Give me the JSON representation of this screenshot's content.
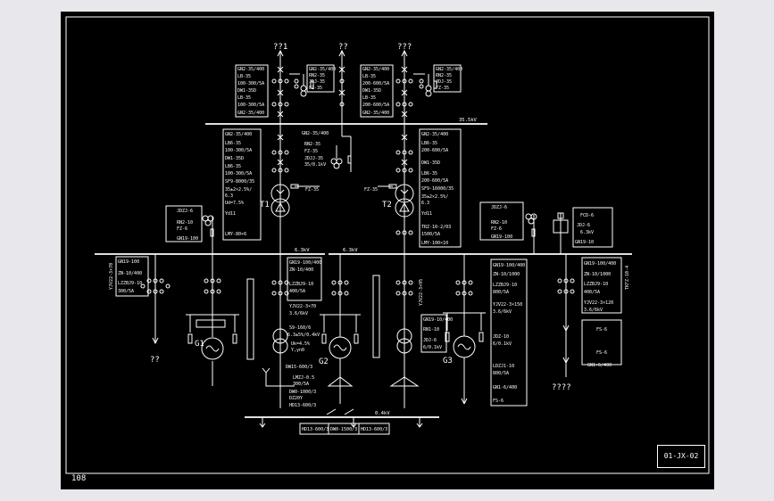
{
  "sheet": {
    "page_number": "108",
    "drawing_code": "01-JX-02"
  },
  "buses": {
    "hv_bus_label": "35.5kV",
    "lv_bus_left_label": "6.3kV",
    "lv_bus_right_label": "6.3kV",
    "aux_bus_label": "0.4kV"
  },
  "incoming": {
    "left_label": "??1",
    "middle_label": "??",
    "right_label": "???"
  },
  "outgoing": {
    "far_left_label": "??",
    "far_right_label": "????"
  },
  "equipment": {
    "transformer_1": "T1",
    "transformer_2": "T2",
    "generator_1": "G1",
    "generator_2": "G2",
    "generator_3": "G3"
  },
  "tables": {
    "incomer_left": [
      "GN2-35/400",
      "LB-35",
      "100-300/5A",
      "DW1-35D",
      "LB-35",
      "100-300/5A",
      "GN2-35/400"
    ],
    "incomer_left_side": [
      "GN2-35/400",
      "RN2-35",
      "JDJ-35",
      "FZ-35"
    ],
    "incomer_right": [
      "GN2-35/400",
      "LB-35",
      "200-600/5A",
      "DW1-35D",
      "LB-35",
      "200-600/5A",
      "GN2-35/400"
    ],
    "incomer_right_side": [
      "GN2-35/400",
      "RN2-35",
      "JDJ-35",
      "FZ-35"
    ],
    "pt_middle": [
      "GN2-35/400",
      "RN2-35",
      "FZ-35",
      "JDJJ-35",
      "35/0.1kV"
    ],
    "t1_column": [
      "GN2-35/400",
      "LB6-35",
      "100-300/5A",
      "DW1-35D",
      "LB6-35",
      "100-300/5A",
      "SF9-8000/35",
      "35±2×2.5%/",
      "6.3",
      "Ud=7.5%",
      "Yd11",
      "LMY-80×6"
    ],
    "t1_arrester": "FZ-35",
    "t2_column": [
      "GN2-35/400",
      "LB6-35",
      "200-600/5A",
      "DW1-35D",
      "LB6-35",
      "200-600/5A",
      "SF9-16000/35",
      "35±2×2.5%/",
      "6.3",
      "Yd11",
      "TRZ-10-2/03",
      "1500/5A",
      "LMY-100×10"
    ],
    "t2_arrester": "FZ-35",
    "lv_pt_left": [
      "JDZJ-6",
      "RN2-10",
      "FZ-6",
      "GN19-100"
    ],
    "lv_pt_right": [
      "JDZJ-6",
      "RN2-10",
      "FZ-6",
      "GN19-100"
    ],
    "left_feeder": [
      "GN19-100",
      "ZN-10/400",
      "LZZBJ9-10",
      "300/5A"
    ],
    "left_feeder_side": "YJV22-3×70",
    "aux_tr_feeder": [
      "GN19-100/400",
      "ZN-10/400",
      "LZZBJ9-10",
      "400/5A",
      "YJV22-3×70",
      "3.6/6kV",
      "S9-160/6",
      "6.3±5%/0.4kV",
      "Uk=4.5%",
      "Y,yn0"
    ],
    "aux_lv": [
      "DW15-600/3",
      "LMZJ-0.5",
      "300/5A",
      "DW0-1000/3",
      "DZ20Y",
      "HD13-600/3"
    ],
    "aux_lv_bottom": [
      "HD13-600/3",
      "DW0-1500/3",
      "HD13-600/3"
    ],
    "g2_side": [
      "GN19-10/400",
      "RN1-10",
      "JDJ-6",
      "6/0.1kV"
    ],
    "g2_vert": "YJV22-3×95",
    "g3_column": [
      "GN19-100/400",
      "ZN-10/1000",
      "LZZBJ9-10",
      "800/5A",
      "YJV22-3×150",
      "3.6/6kV",
      "JDZ-10",
      "6/0.1kV",
      "LDZJ1-10",
      "800/5A",
      "GN1-6/400",
      "FS-6"
    ],
    "right_feeder": [
      "GN19-100/400",
      "ZN-10/1000",
      "LZZBJ9-10",
      "400/5A",
      "YJV22-3×120",
      "3.6/6kV"
    ],
    "right_feeder_side": "TKFZ-10-4",
    "right_fs": [
      "FS-6",
      "FS-6",
      "GN1-6/400"
    ],
    "right_pt": [
      "FCD-6",
      "JDJ-6",
      "6.3kV",
      "GN19-10"
    ],
    "left_vert_small": "FZ-35"
  }
}
